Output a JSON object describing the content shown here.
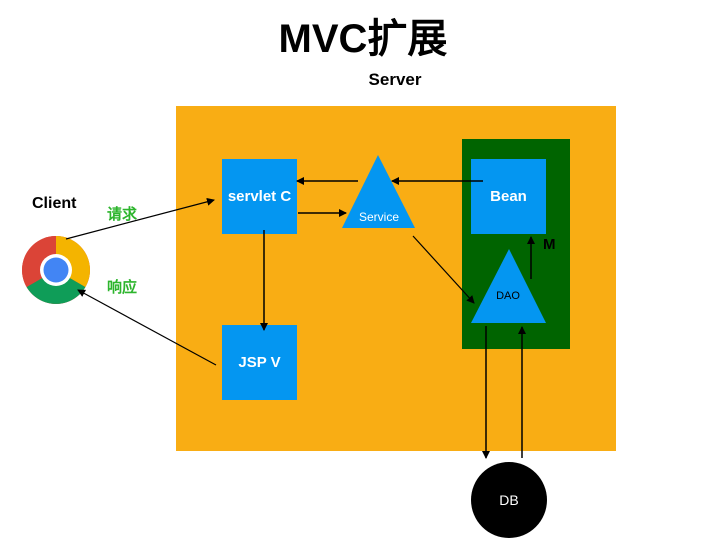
{
  "title": "MVC扩展",
  "server_label": "Server",
  "client_label": "Client",
  "request_label": "请求",
  "response_label": "响应",
  "servlet_label": "servlet C",
  "jsp_label": "JSP V",
  "service_label": "Service",
  "bean_label": "Bean",
  "dao_label": "DAO",
  "model_label": "M",
  "db_label": "DB",
  "colors": {
    "server_bg": "#f9ad14",
    "model_bg": "#006400",
    "component_blue": "#0496f1",
    "label_green": "#2db52d",
    "db_black": "#000000"
  },
  "icons": {
    "client": "chrome-browser-icon"
  }
}
